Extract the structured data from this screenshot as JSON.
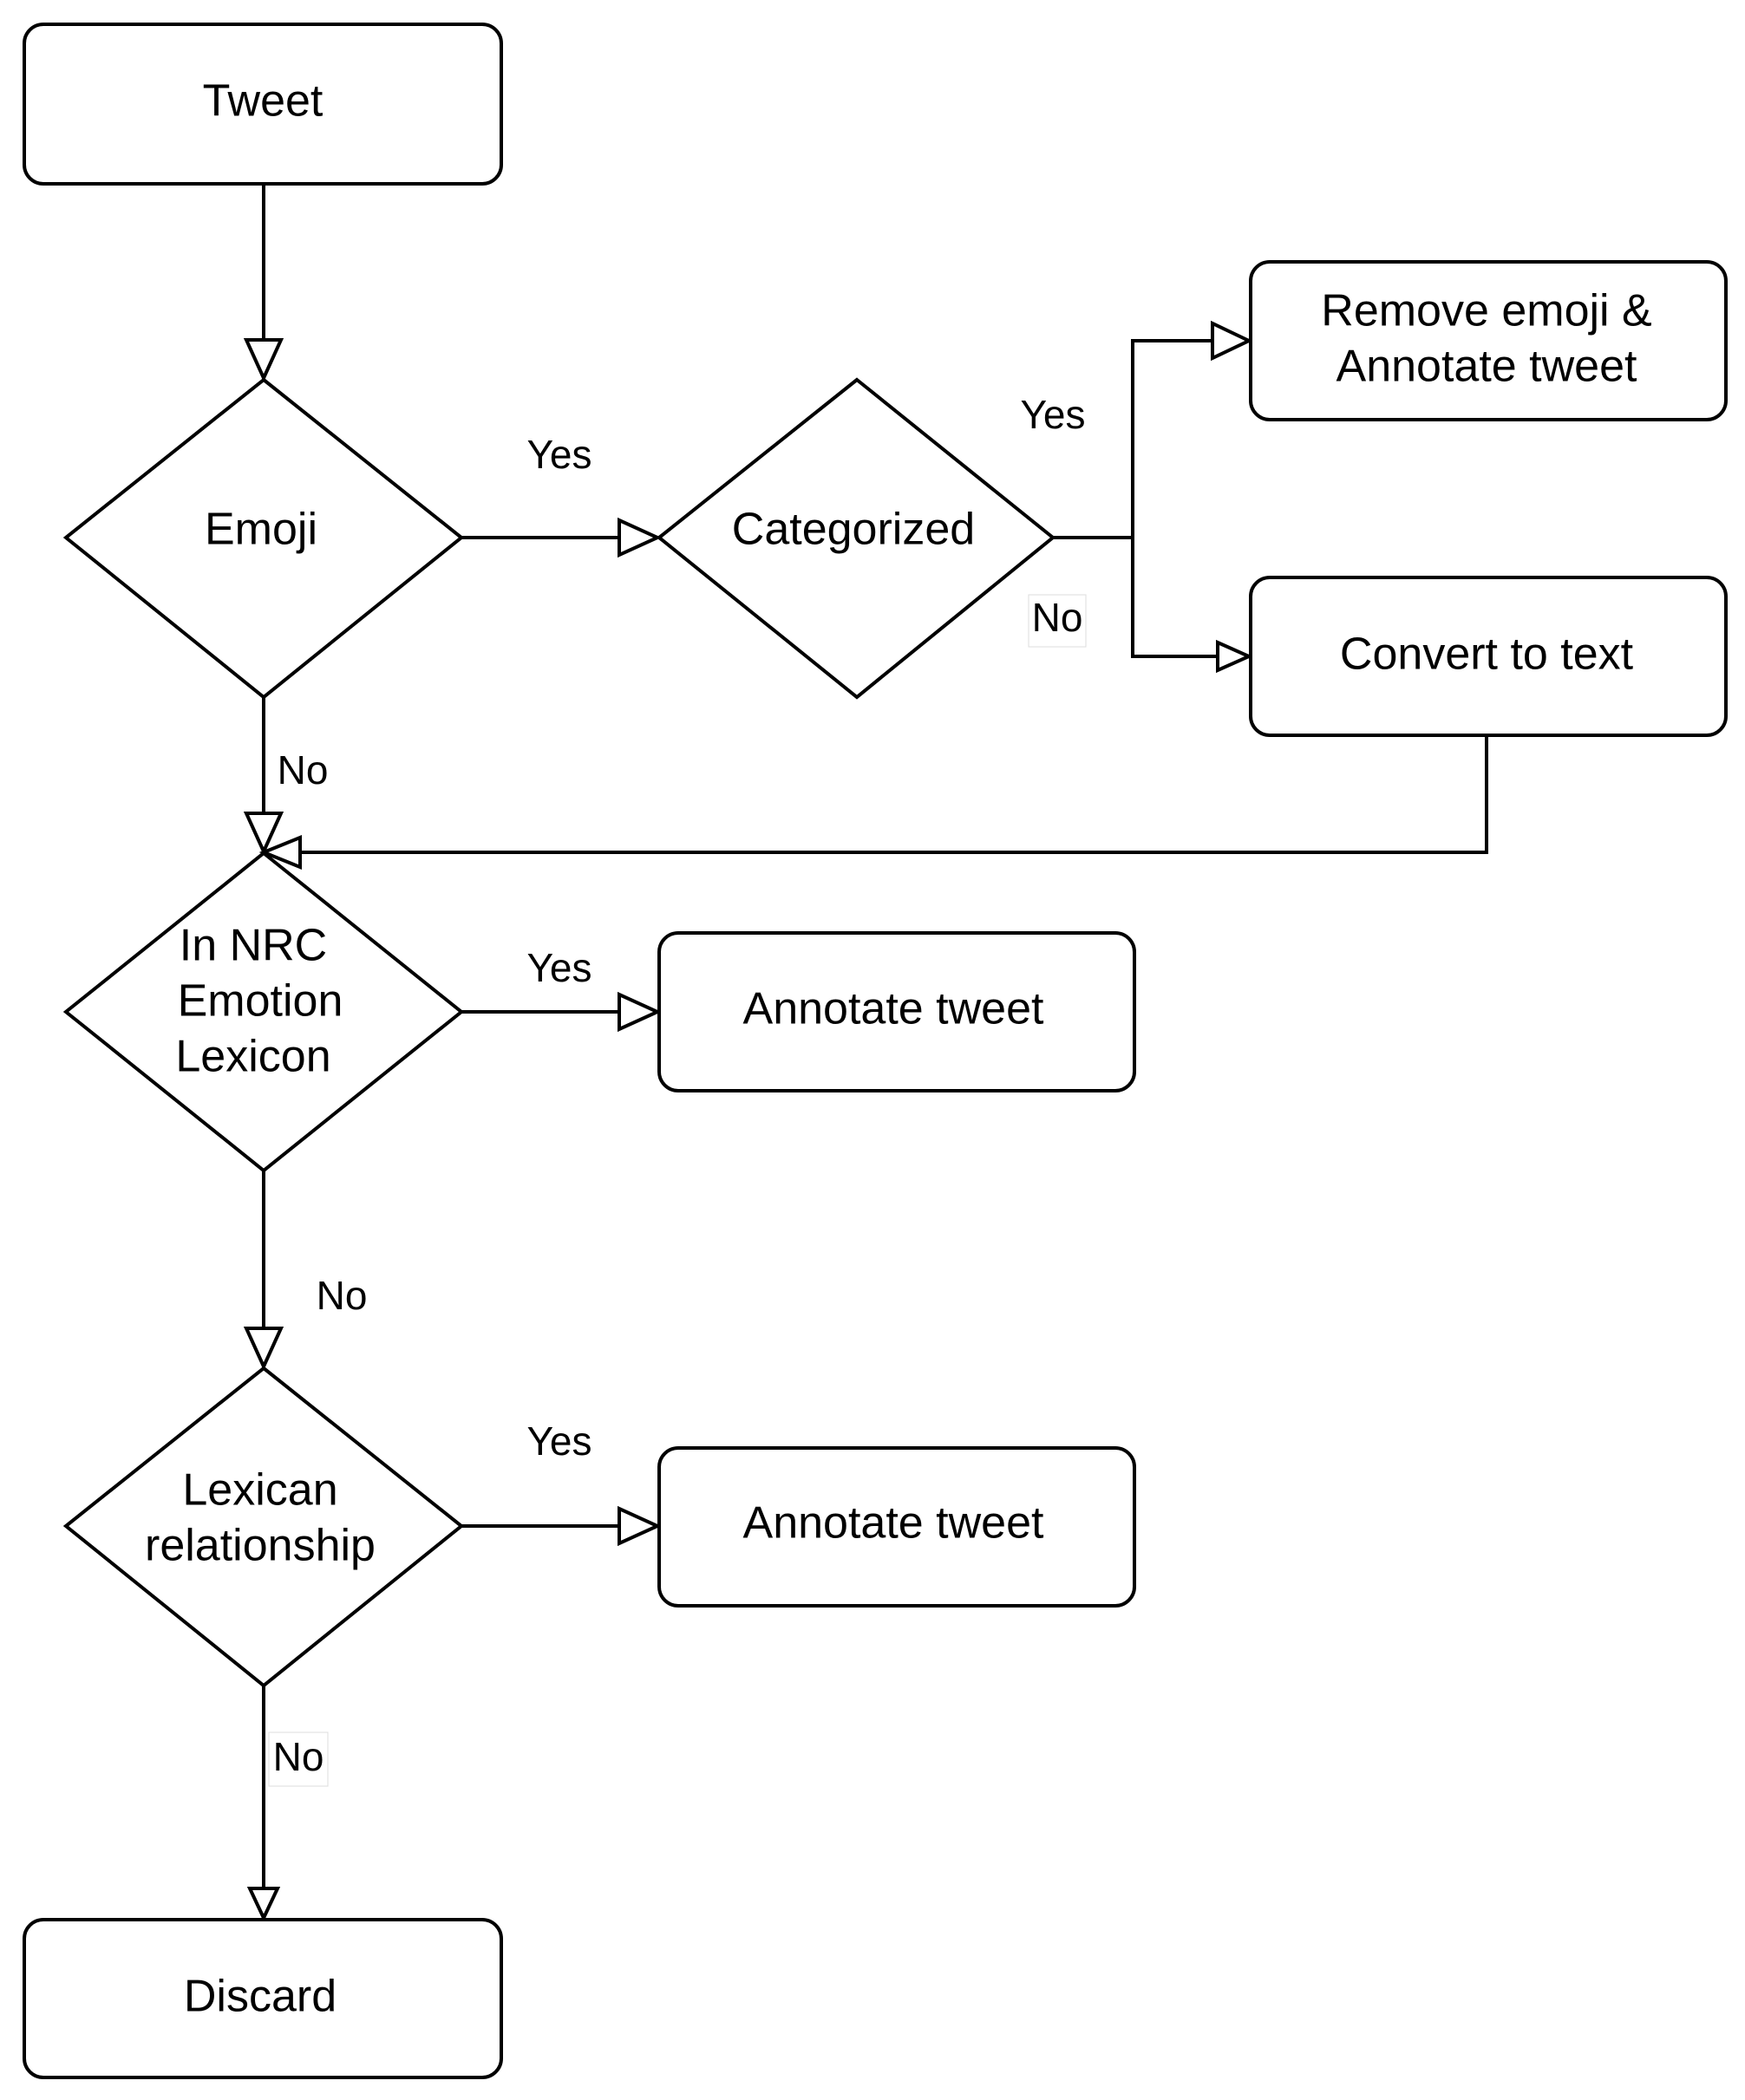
{
  "nodes": {
    "tweet": "Tweet",
    "emoji": "Emoji",
    "categorized": "Categorized",
    "remove_line1": "Remove emoji &",
    "remove_line2": "Annotate tweet",
    "convert": "Convert to text",
    "nrc_line1": "In NRC",
    "nrc_line2": "Emotion",
    "nrc_line3": "Lexicon",
    "annotate1": "Annotate tweet",
    "lexrel_line1": "Lexican",
    "lexrel_line2": "relationship",
    "annotate2": "Annotate tweet",
    "discard": "Discard"
  },
  "edges": {
    "emoji_yes": "Yes",
    "categorized_yes": "Yes",
    "categorized_no": "No",
    "emoji_no": "No",
    "nrc_yes": "Yes",
    "nrc_no": "No",
    "lexrel_yes": "Yes",
    "lexrel_no": "No"
  }
}
